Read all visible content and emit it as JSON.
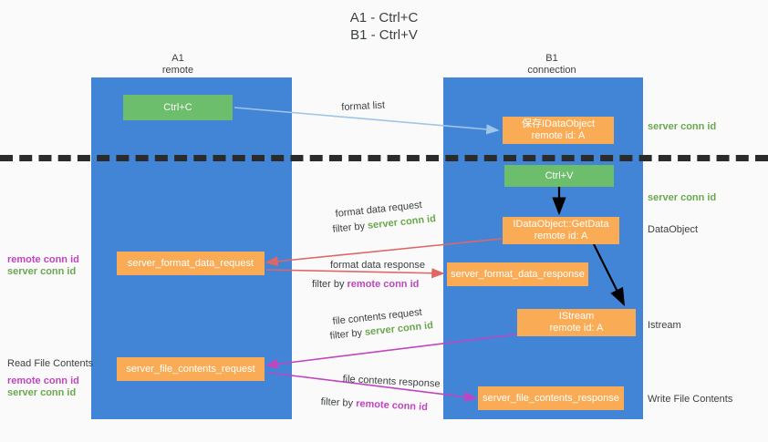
{
  "title": "A1 - Ctrl+C\nB1 - Ctrl+V",
  "columns": [
    {
      "name": "A1",
      "sub": "remote"
    },
    {
      "name": "B1",
      "sub": "connection"
    }
  ],
  "colors": {
    "lane": "#4285d6",
    "box_orange": "#f9ab55",
    "box_green": "#6cbd6c",
    "server_conn": "#6aa84f",
    "remote_conn": "#c045c0",
    "arrow_blue": "#9fc5e8",
    "arrow_red": "#e06666",
    "arrow_magenta": "#c045c0",
    "arrow_black": "#000000",
    "separator": "#2b2b2b",
    "background": "#fafafa"
  },
  "nodes": {
    "ctrl_c": {
      "label": "Ctrl+C"
    },
    "ctrl_v": {
      "label": "Ctrl+V"
    },
    "save_dataobject": {
      "line1": "保存IDataObject",
      "line2": "remote id: A"
    },
    "getdata": {
      "line1": "IDataObject::GetData",
      "line2": "remote id: A"
    },
    "istream": {
      "line1": "IStream",
      "line2": "remote id: A"
    },
    "format_data_request": {
      "label": "server_format_data_request"
    },
    "format_data_response": {
      "label": "server_format_data_response"
    },
    "file_contents_request": {
      "label": "server_file_contents_request"
    },
    "file_contents_response": {
      "label": "server_file_contents_response"
    }
  },
  "edge_labels": {
    "format_list": "format list",
    "format_data_request": "format data request",
    "format_data_request_filter_prefix": "filter by ",
    "format_data_request_filter_key": "server conn id",
    "format_data_response": "format data response",
    "format_data_response_filter_prefix": "filter by ",
    "format_data_response_filter_key": "remote conn id",
    "file_contents_request": "file contents request",
    "file_contents_request_filter_prefix": "filter by ",
    "file_contents_request_filter_key": "server conn id",
    "file_contents_response": "file contents response",
    "file_contents_response_filter_prefix": "filter by ",
    "file_contents_response_filter_key": "remote conn id"
  },
  "left_annotations": {
    "remote_conn_id_1": "remote conn id",
    "server_conn_id_1": "server conn id",
    "read_file_contents": "Read File Contents",
    "remote_conn_id_2": "remote conn id",
    "server_conn_id_2": "server conn id"
  },
  "right_annotations": {
    "server_conn_id_top": "server conn id",
    "server_conn_id_mid": "server conn id",
    "dataobject": "DataObject",
    "istream": "Istream",
    "write_file_contents": "Write File Contents"
  }
}
